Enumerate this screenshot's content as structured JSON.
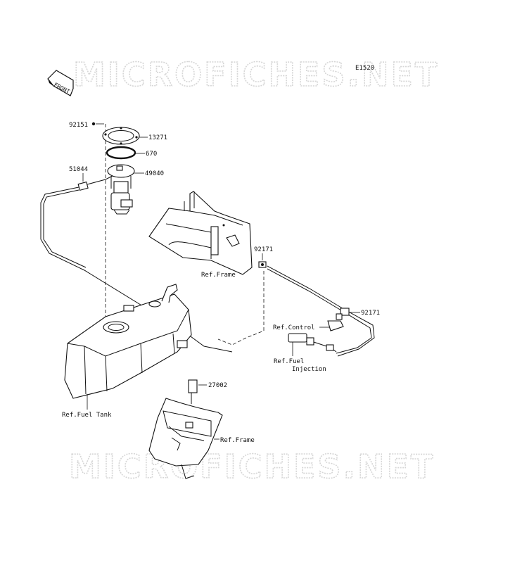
{
  "watermark": "MICROFICHES.NET",
  "figure_code": "E1520",
  "front_indicator": "FRONT",
  "callouts": {
    "p92151": "92151",
    "p13271": "13271",
    "p670": "670",
    "p51044": "51044",
    "p49040": "49040",
    "p92171_top": "92171",
    "p92171_right": "92171",
    "p27002": "27002"
  },
  "references": {
    "frame_top": "Ref.Frame",
    "control": "Ref.Control",
    "fuel_injection_1": "Ref.Fuel",
    "fuel_injection_2": "Injection",
    "fuel_tank": "Ref.Fuel Tank",
    "frame_bottom": "Ref.Frame"
  }
}
